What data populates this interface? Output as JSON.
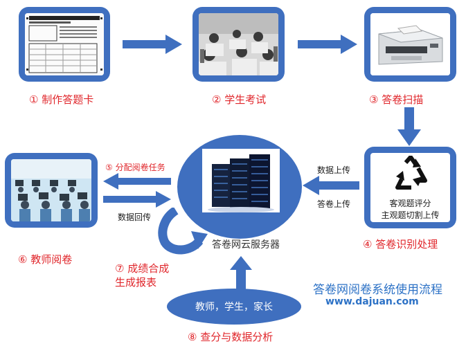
{
  "steps": {
    "s1": "① 制作答题卡",
    "s2": "② 学生考试",
    "s3": "③ 答卷扫描",
    "s4": "④ 答卷识别处理",
    "s5": "⑤ 分配阅卷任务",
    "s6": "⑥ 教师阅卷",
    "s7_line1": "⑦ 成绩合成",
    "s7_line2": "生成报表",
    "s8": "⑧ 查分与数据分析"
  },
  "labels": {
    "data_upload": "数据上传",
    "answer_upload": "答卷上传",
    "data_return": "数据回传",
    "objective": "客观题评分",
    "subjective": "主观题切割上传",
    "server": "答卷网云服务器",
    "users": "教师，学生，家长"
  },
  "title": {
    "main": "答卷网阅卷系统使用流程",
    "url": "www.dajuan.com"
  },
  "colors": {
    "accent_blue": "#3f6fbf",
    "red": "#e0262b",
    "title_blue": "#2d72c6"
  }
}
